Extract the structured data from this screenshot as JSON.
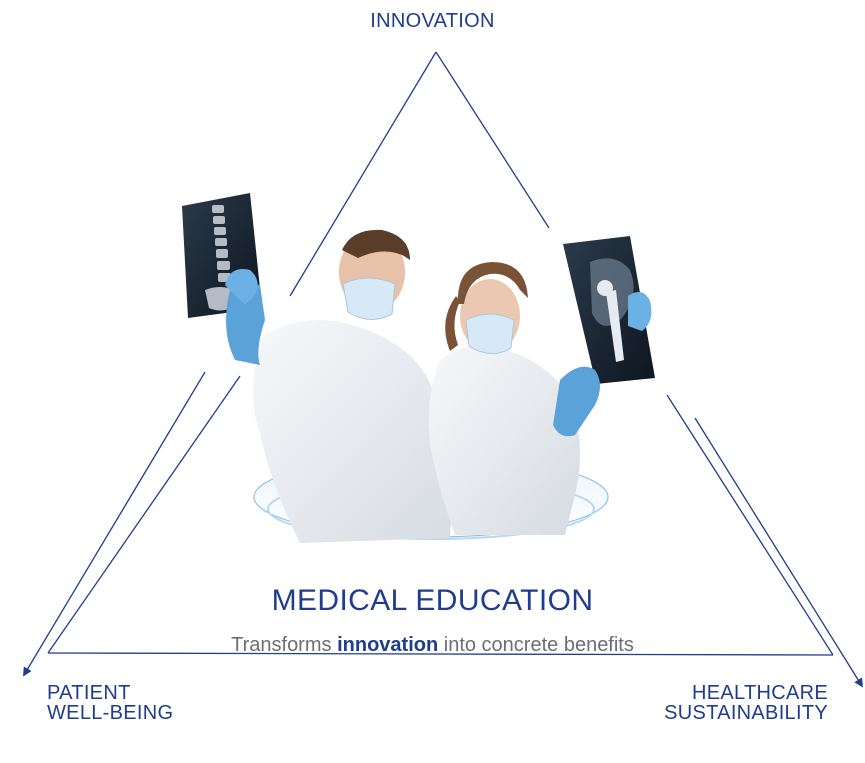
{
  "diagram": {
    "labels": {
      "top": "INNOVATION",
      "left_line1": "PATIENT",
      "left_line2": "WELL-BEING",
      "right_line1": "HEALTHCARE",
      "right_line2": "SUSTAINABILITY"
    },
    "center": {
      "title": "MEDICAL EDUCATION",
      "subtitle_before": "Transforms",
      "subtitle_highlight": "innovation",
      "subtitle_after": "into concrete benefits"
    },
    "colors": {
      "accent": "#1e3d8f",
      "text_gray": "#6b6f75",
      "platform_blue": "#8fc0ea"
    },
    "image": {
      "icon": "doctors-with-xrays-photo"
    }
  }
}
